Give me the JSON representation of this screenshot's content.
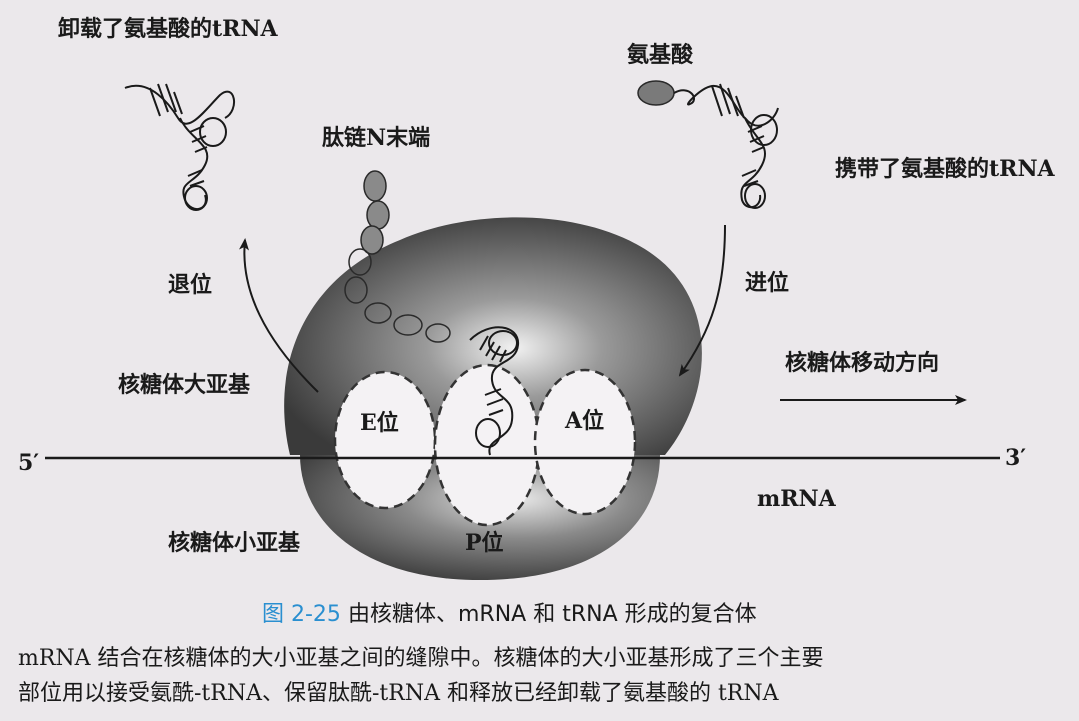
{
  "labels": {
    "uncharged_trna": "卸载了氨基酸的tRNA",
    "amino_acid": "氨基酸",
    "peptide_n_terminus": "肽链N末端",
    "charged_trna": "携带了氨基酸的tRNA",
    "exit_move": "退位",
    "enter_move": "进位",
    "large_subunit": "核糖体大亚基",
    "small_subunit": "核糖体小亚基",
    "direction": "核糖体移动方向",
    "e_site": "E位",
    "a_site": "A位",
    "p_site": "P位",
    "five_prime": "5′",
    "three_prime": "3′",
    "mrna": "mRNA"
  },
  "caption": {
    "number": "图 2-25",
    "title": "由核糖体、mRNA 和 tRNA 形成的复合体"
  },
  "description": {
    "line1": "mRNA 结合在核糖体的大小亚基之间的缝隙中。核糖体的大小亚基形成了三个主要",
    "line2": "部位用以接受氨酰-tRNA、保留肽酰-tRNA 和释放已经卸载了氨基酸的 tRNA"
  },
  "colors": {
    "background": "#ebe8eb",
    "ribosome_dark": "#3a3a3a",
    "ribosome_light": "#d8d8d8",
    "amino_acid": "#7a7a7a",
    "caption_accent": "#2a8fd0"
  }
}
